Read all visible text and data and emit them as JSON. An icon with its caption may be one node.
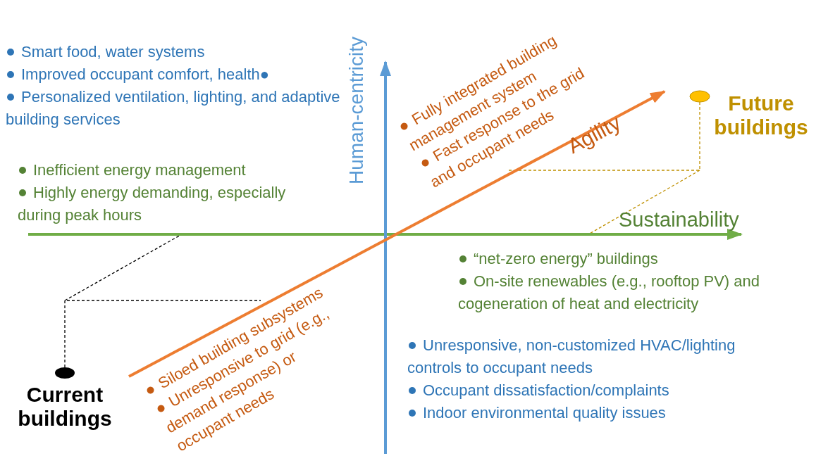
{
  "diagram": {
    "labels": [
      "Smart food, water systems",
      "Improved occupant comfort, health●",
      "Personalized ventilation, lighting, and adaptive building services",
      "Fully integrated building management system",
      "Fast response to the grid and occupant needs",
      "Human-centricity",
      "Future buildings",
      "Agility",
      "Inefficient energy management",
      "Highly energy demanding, especially during peak hours",
      "Sustainability",
      "“net-zero energy” buildings",
      "On-site renewables (e.g., rooftop PV) and cogeneration of heat and electricity",
      "Unresponsive, non-customized HVAC/lighting controls to occupant needs",
      "Occupant dissatisfaction/complaints",
      "Indoor environmental quality issues",
      "Siloed building subsystems",
      "Unresponsive to grid (e.g., demand response) or occupant needs",
      "Current buildings"
    ]
  }
}
